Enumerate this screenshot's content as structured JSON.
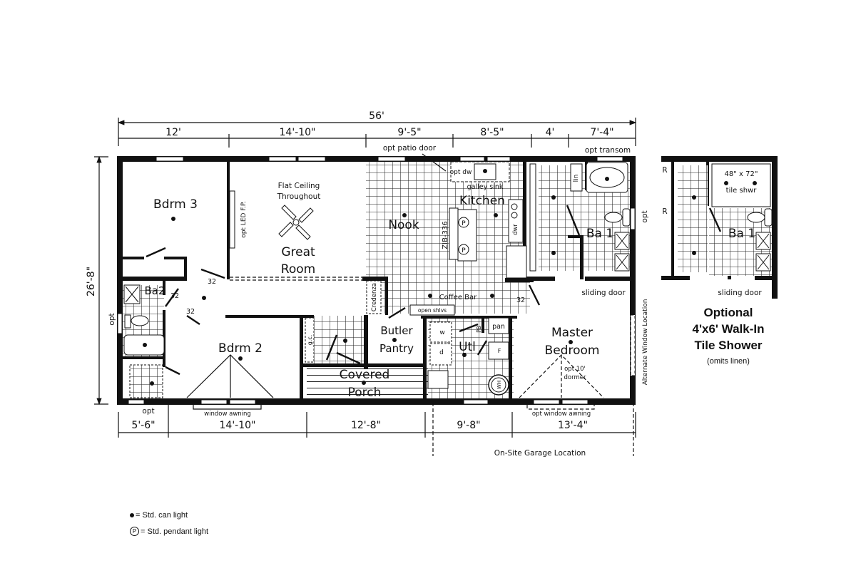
{
  "plan": {
    "overall_width": "56'",
    "overall_depth": "26'-8\"",
    "top_dimensions": [
      "12'",
      "14'-10\"",
      "9'-5\"",
      "8'-5\"",
      "4'",
      "7'-4\""
    ],
    "bottom_dimensions": [
      "5'-6\"",
      "14'-10\"",
      "12'-8\"",
      "9'-8\"",
      "13'-4\""
    ],
    "rooms": {
      "bdrm3": "Bdrm 3",
      "great_room_1": "Great",
      "great_room_2": "Room",
      "nook": "Nook",
      "kitchen": "Kitchen",
      "ba1": "Ba 1",
      "ba2": "Ba2",
      "bdrm2": "Bdrm 2",
      "butler_1": "Butler",
      "butler_2": "Pantry",
      "porch_1": "Covered",
      "porch_2": "Porch",
      "utl": "Utl",
      "master_1": "Master",
      "master_2": "Bedroom"
    },
    "notes": {
      "flat_ceiling_1": "Flat Ceiling",
      "flat_ceiling_2": "Throughout",
      "opt_led_fp": "opt LED F.P.",
      "opt_patio_door": "opt patio door",
      "opt_transom": "opt transom",
      "opt_dw": "opt dw",
      "galley_sink": "galley sink",
      "zib": "ZIB-336",
      "dwr": "dwr",
      "lin": "lin",
      "opt_right": "opt",
      "sliding_door": "sliding door",
      "alt_window": "Alternate Window Location",
      "coffee_bar": "Coffee Bar",
      "credenza": "Credenza",
      "open_shlvs": "open shlvs",
      "gc": "g.c.",
      "pan": "pan",
      "pb": "PB",
      "w": "w",
      "d": "d",
      "f": "F",
      "wh": "WH",
      "opt_left": "opt",
      "opt_bottom": "opt",
      "window_awning": "window awning",
      "opt_window_awning": "opt window awning",
      "opt_dormer_1": "opt 10'",
      "opt_dormer_2": "dormer",
      "garage": "On-Site Garage Location",
      "door_32a": "32",
      "door_32b": "32",
      "door_32c": "32",
      "door_32d": "32"
    }
  },
  "optional_inset": {
    "shower_size": "48\" x 72\"",
    "shower_label": "tile shwr",
    "ba1": "Ba 1",
    "r1": "R",
    "r2": "R",
    "sliding_door": "sliding door",
    "title_1": "Optional",
    "title_2": "4'x6' Walk-In",
    "title_3": "Tile Shower",
    "subtitle": "(omits linen)"
  },
  "legend": {
    "can_light": "= Std. can light",
    "pendant_symbol": "P",
    "pendant_light": "= Std. pendant light"
  }
}
